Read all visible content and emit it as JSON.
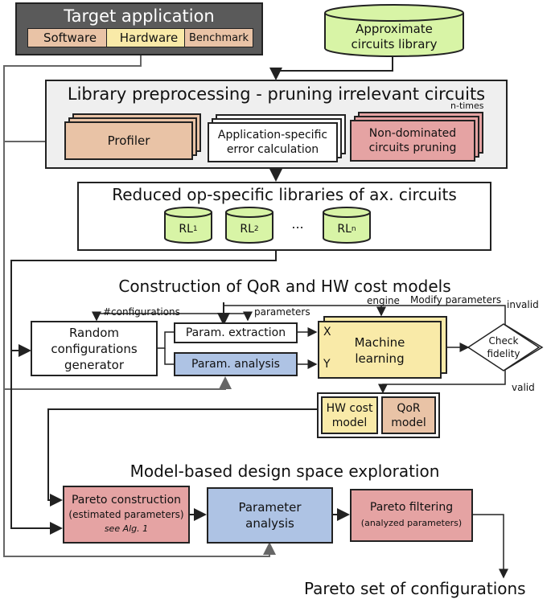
{
  "target": {
    "title": "Target application",
    "tags": [
      "Software",
      "Hardware",
      "Benchmark"
    ]
  },
  "library": {
    "line1": "Approximate",
    "line2": "circuits library"
  },
  "preprocessing": {
    "title": "Library preprocessing - pruning irrelevant circuits",
    "n_times": "n-times",
    "profiler": "Profiler",
    "error_line1": "Application-specific",
    "error_line2": "error calculation",
    "pruning_line1": "Non-dominated",
    "pruning_line2": "circuits pruning"
  },
  "reduced": {
    "title": "Reduced op-specific libraries of ax. circuits",
    "libs": [
      {
        "base": "RL",
        "sub": "1"
      },
      {
        "base": "RL",
        "sub": "2"
      },
      {
        "base": "RL",
        "sub": "n"
      }
    ],
    "ellipsis": "..."
  },
  "models": {
    "title": "Construction of QoR and HW cost models",
    "configurations_label": "#configurations",
    "parameters_label": "parameters",
    "engine_label": "engine",
    "modify_label": "Modify parameters",
    "invalid_label": "invalid",
    "valid_label": "valid",
    "random_line1": "Random",
    "random_line2": "configurations",
    "random_line3": "generator",
    "param_extraction": "Param. extraction",
    "param_analysis": "Param. analysis",
    "x_label": "X",
    "y_label": "Y",
    "ml_line1": "Machine",
    "ml_line2": "learning",
    "check_line1": "Check",
    "check_line2": "fidelity",
    "hw_line1": "HW cost",
    "hw_line2": "model",
    "qor_line1": "QoR",
    "qor_line2": "model"
  },
  "exploration": {
    "title": "Model-based design space exploration",
    "pareto_line1": "Pareto construction",
    "pareto_line2": "(estimated parameters)",
    "pareto_line3": "see Alg. 1",
    "analysis_line1": "Parameter",
    "analysis_line2": "analysis",
    "filter_line1": "Pareto filtering",
    "filter_line2": "(analyzed parameters)"
  },
  "output": "Pareto set of configurations",
  "colors": {
    "peach": "#e9c3a6",
    "yellow": "#f9eaa8",
    "blue": "#aec3e4",
    "pink": "#e5a3a3",
    "green": "#d8f4a6",
    "dark": "#555555",
    "panel": "#efefef"
  }
}
